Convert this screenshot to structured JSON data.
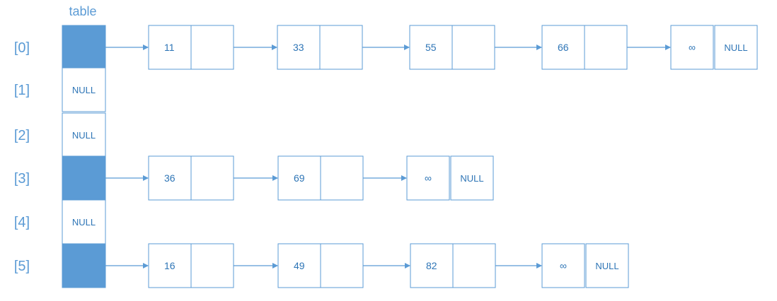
{
  "diagram": {
    "title": "table",
    "rows": [
      {
        "index": "[0]",
        "slot": "",
        "chain": [
          {
            "value": "11",
            "next": ""
          },
          {
            "value": "33",
            "next": ""
          },
          {
            "value": "55",
            "next": ""
          },
          {
            "value": "66",
            "next": ""
          },
          {
            "value": "∞",
            "next": "NULL"
          }
        ]
      },
      {
        "index": "[1]",
        "slot": "NULL",
        "chain": []
      },
      {
        "index": "[2]",
        "slot": "NULL",
        "chain": []
      },
      {
        "index": "[3]",
        "slot": "",
        "chain": [
          {
            "value": "36",
            "next": ""
          },
          {
            "value": "69",
            "next": ""
          },
          {
            "value": "∞",
            "next": "NULL"
          }
        ]
      },
      {
        "index": "[4]",
        "slot": "NULL",
        "chain": []
      },
      {
        "index": "[5]",
        "slot": "",
        "chain": [
          {
            "value": "16",
            "next": ""
          },
          {
            "value": "49",
            "next": ""
          },
          {
            "value": "82",
            "next": ""
          },
          {
            "value": "∞",
            "next": "NULL"
          }
        ]
      }
    ]
  },
  "colors": {
    "accent": "#5b9bd5",
    "text": "#2e75b6"
  }
}
